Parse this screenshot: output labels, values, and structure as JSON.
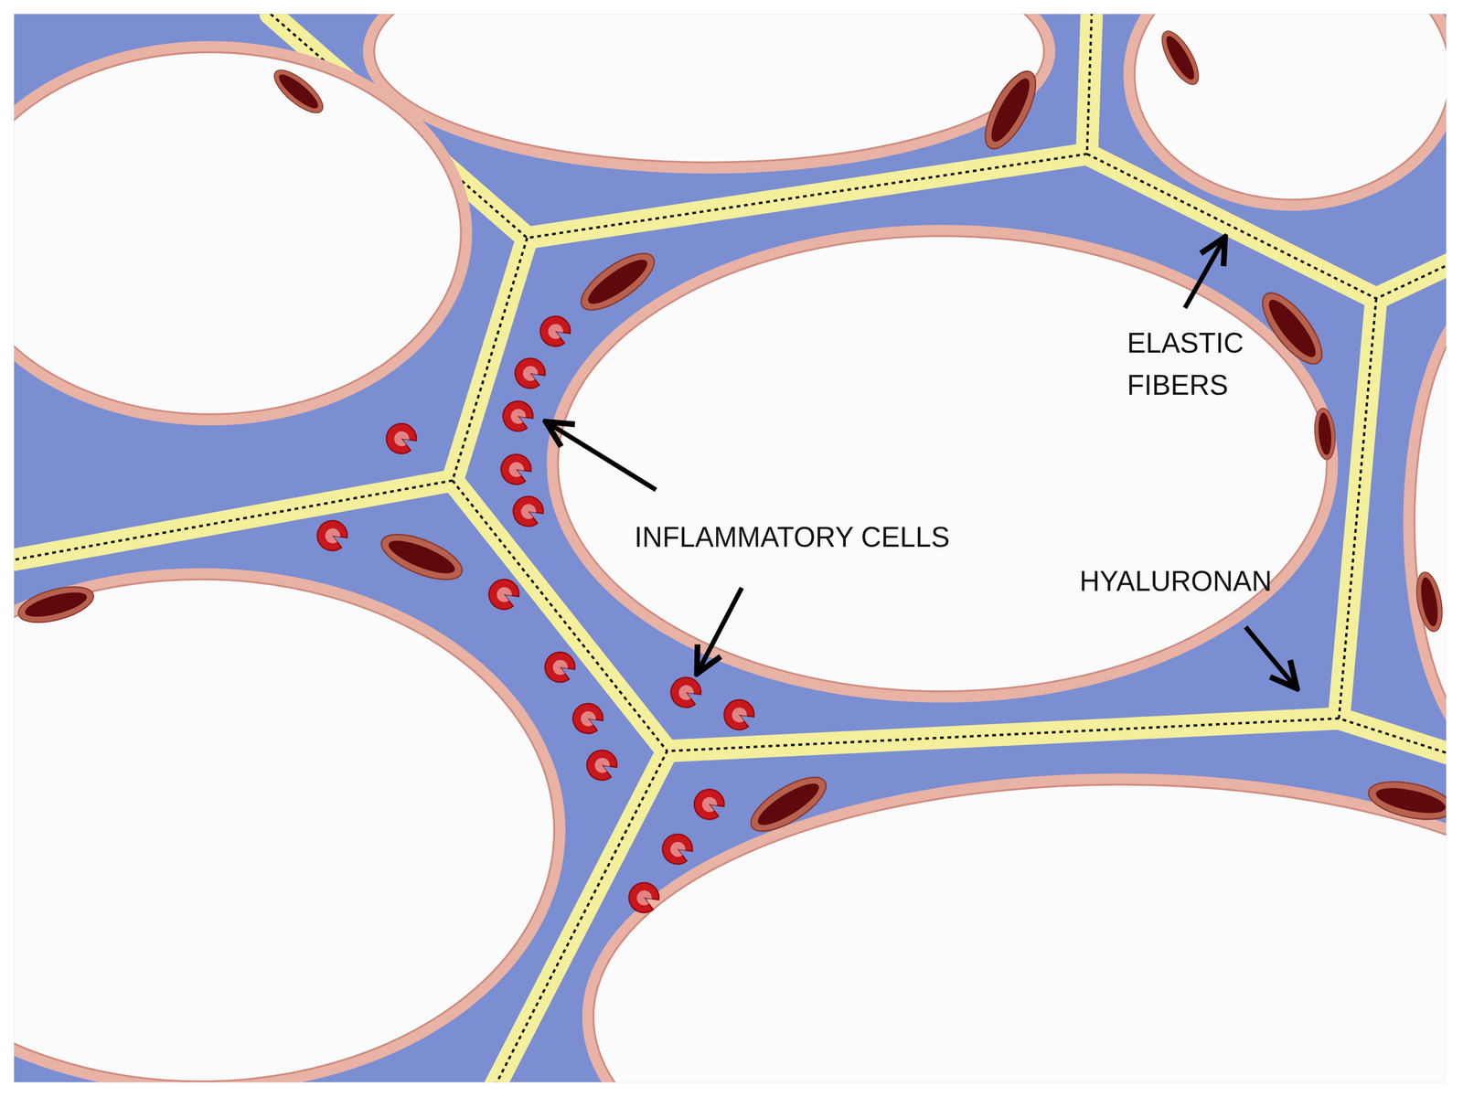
{
  "diagram": {
    "labels": [
      "ELASTIC FIBERS",
      "INFLAMMATORY CELLS",
      "HYALURONAN"
    ]
  }
}
